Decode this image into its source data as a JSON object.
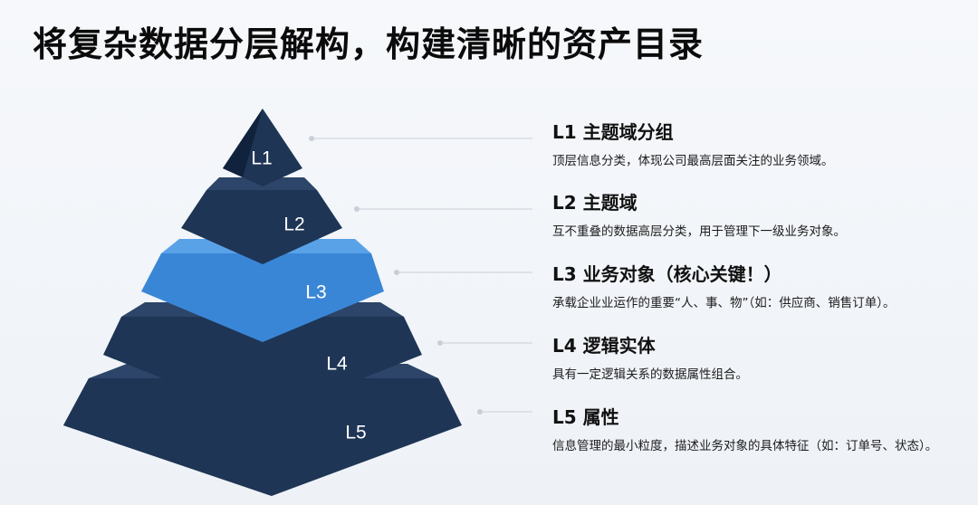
{
  "page": {
    "title": "将复杂数据分层解构，构建清晰的资产目录"
  },
  "colors": {
    "dark_face": "#1e3555",
    "dark_side": "#11223d",
    "dark_top": "#2c4568",
    "highlight_face": "#3a86d6",
    "highlight_side": "#2563b0",
    "highlight_top": "#5aa2e8"
  },
  "pyramid": {
    "highlighted_level": "L3",
    "levels": [
      {
        "label": "L1"
      },
      {
        "label": "L2"
      },
      {
        "label": "L3"
      },
      {
        "label": "L4"
      },
      {
        "label": "L5"
      }
    ]
  },
  "legend": {
    "items": [
      {
        "title": "L1 主题域分组",
        "desc": "顶层信息分类，体现公司最高层面关注的业务领域。"
      },
      {
        "title": "L2 主题域",
        "desc": "互不重叠的数据高层分类，用于管理下一级业务对象。"
      },
      {
        "title": "L3 业务对象（核心关键！）",
        "desc": "承载企业业运作的重要“人、事、物”（如：供应商、销售订单）。"
      },
      {
        "title": "L4 逻辑实体",
        "desc": "具有一定逻辑关系的数据属性组合。"
      },
      {
        "title": "L5 属性",
        "desc": "信息管理的最小粒度，描述业务对象的具体特征（如：订单号、状态）。"
      }
    ]
  }
}
